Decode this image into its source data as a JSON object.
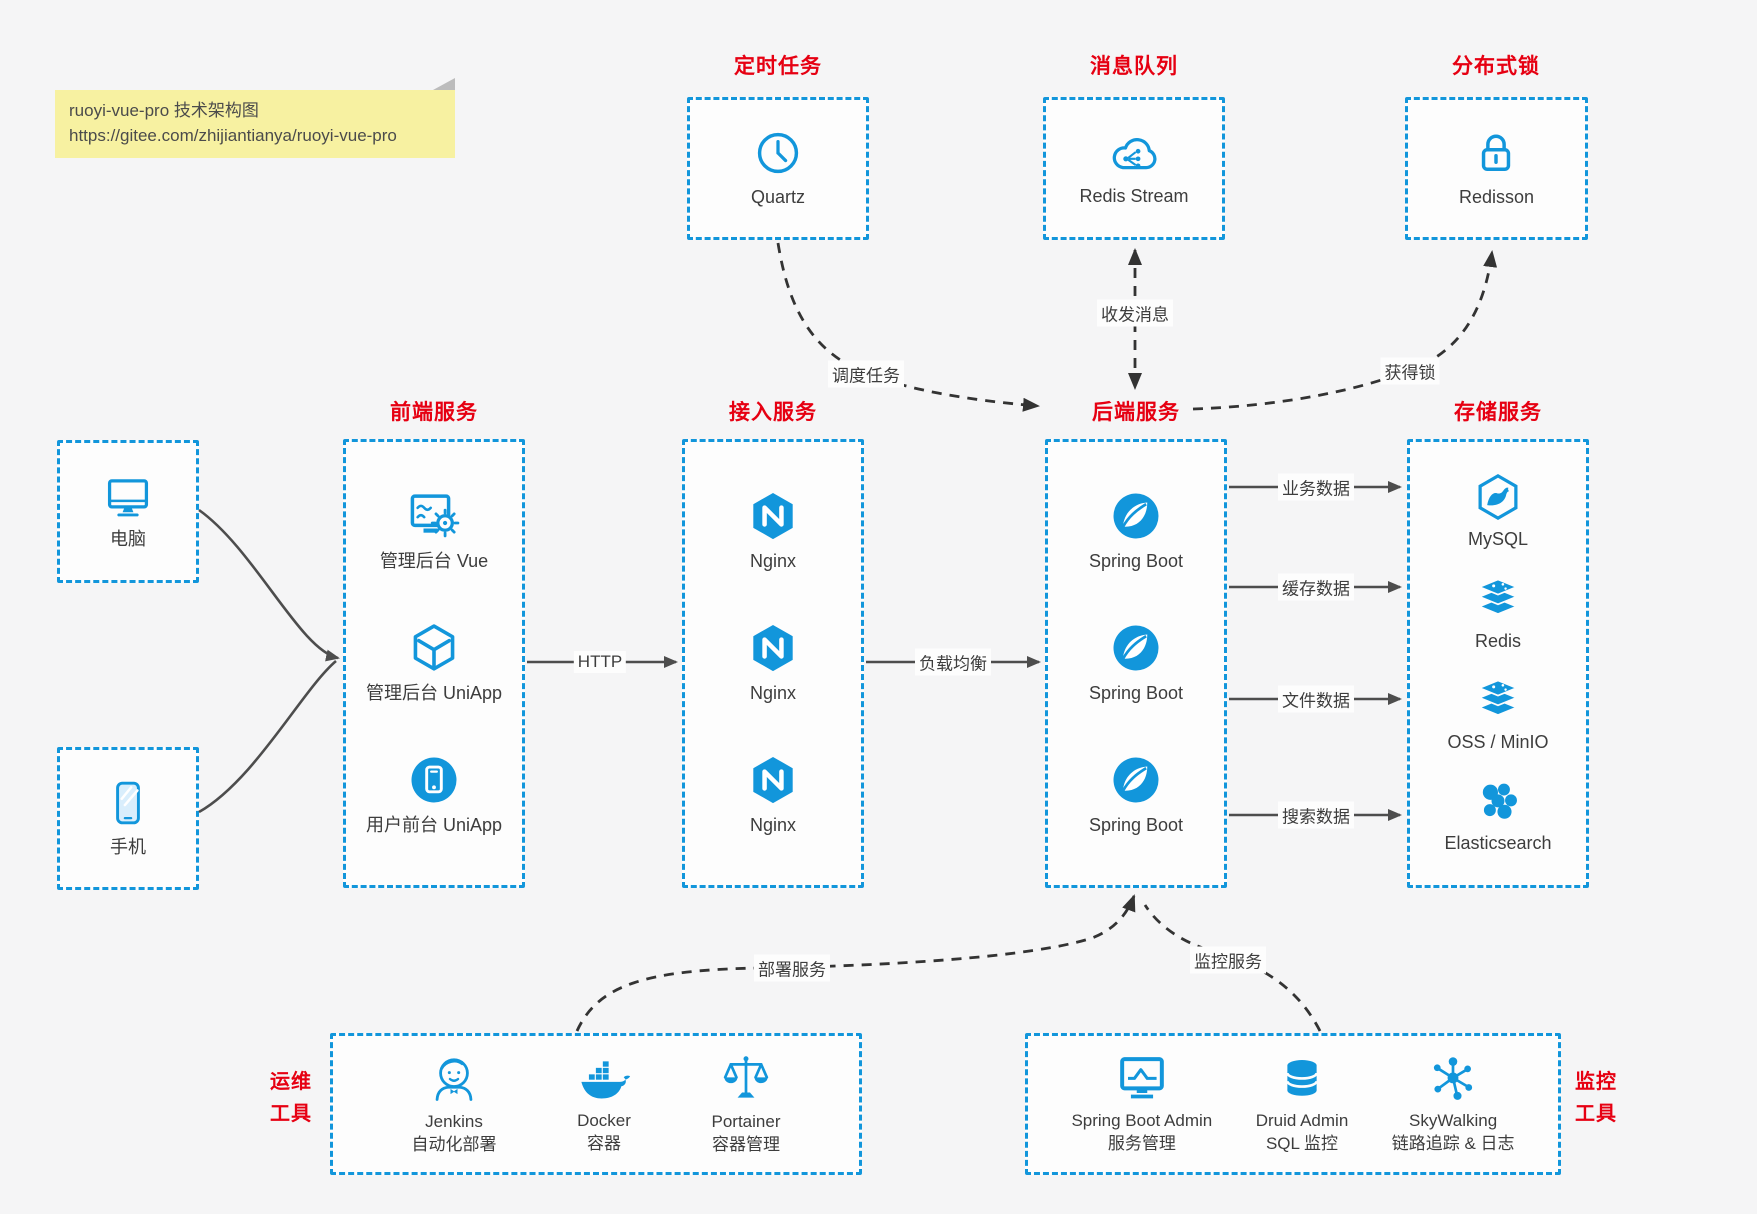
{
  "colors": {
    "accent_blue": "#1296db",
    "title_red": "#e60012",
    "note_yellow": "#f7f1a1"
  },
  "note": {
    "line1": "ruoyi-vue-pro 技术架构图",
    "line2": "https://gitee.com/zhijiantianya/ruoyi-vue-pro"
  },
  "groups": {
    "scheduled": {
      "title": "定时任务",
      "items": [
        {
          "label": "Quartz",
          "icon": "clock-icon"
        }
      ]
    },
    "mq": {
      "title": "消息队列",
      "items": [
        {
          "label": "Redis Stream",
          "icon": "cloud-share-icon"
        }
      ]
    },
    "lock": {
      "title": "分布式锁",
      "items": [
        {
          "label": "Redisson",
          "icon": "lock-icon"
        }
      ]
    },
    "clients": {
      "items": [
        {
          "label": "电脑",
          "icon": "desktop-icon"
        },
        {
          "label": "手机",
          "icon": "phone-icon"
        }
      ]
    },
    "frontend": {
      "title": "前端服务",
      "items": [
        {
          "label": "管理后台 Vue",
          "icon": "admin-vue-icon"
        },
        {
          "label": "管理后台 UniApp",
          "icon": "uniapp-cube-icon"
        },
        {
          "label": "用户前台 UniApp",
          "icon": "user-uniapp-icon"
        }
      ]
    },
    "gateway": {
      "title": "接入服务",
      "items": [
        {
          "label": "Nginx",
          "icon": "nginx-icon"
        },
        {
          "label": "Nginx",
          "icon": "nginx-icon"
        },
        {
          "label": "Nginx",
          "icon": "nginx-icon"
        }
      ]
    },
    "backend": {
      "title": "后端服务",
      "items": [
        {
          "label": "Spring Boot",
          "icon": "spring-icon"
        },
        {
          "label": "Spring Boot",
          "icon": "spring-icon"
        },
        {
          "label": "Spring Boot",
          "icon": "spring-icon"
        }
      ]
    },
    "storage": {
      "title": "存储服务",
      "items": [
        {
          "label": "MySQL",
          "icon": "mysql-icon"
        },
        {
          "label": "Redis",
          "icon": "redis-stack-icon"
        },
        {
          "label": "OSS / MinIO",
          "icon": "oss-stack-icon"
        },
        {
          "label": "Elasticsearch",
          "icon": "elasticsearch-icon"
        }
      ]
    },
    "ops": {
      "title_line1": "运维",
      "title_line2": "工具",
      "items": [
        {
          "name": "Jenkins",
          "desc": "自动化部署",
          "icon": "jenkins-icon"
        },
        {
          "name": "Docker",
          "desc": "容器",
          "icon": "docker-icon"
        },
        {
          "name": "Portainer",
          "desc": "容器管理",
          "icon": "portainer-icon"
        }
      ]
    },
    "monitoring": {
      "title_line1": "监控",
      "title_line2": "工具",
      "items": [
        {
          "name": "Spring Boot Admin",
          "desc": "服务管理",
          "icon": "monitor-pulse-icon"
        },
        {
          "name": "Druid Admin",
          "desc": "SQL 监控",
          "icon": "database-icon"
        },
        {
          "name": "SkyWalking",
          "desc": "链路追踪 & 日志",
          "icon": "network-hub-icon"
        }
      ]
    }
  },
  "edges": {
    "http": "HTTP",
    "load_balance": "负载均衡",
    "schedule_task": "调度任务",
    "send_receive_message": "收发消息",
    "acquire_lock": "获得锁",
    "business_data": "业务数据",
    "cache_data": "缓存数据",
    "file_data": "文件数据",
    "search_data": "搜索数据",
    "deploy_service": "部署服务",
    "monitor_service": "监控服务"
  }
}
